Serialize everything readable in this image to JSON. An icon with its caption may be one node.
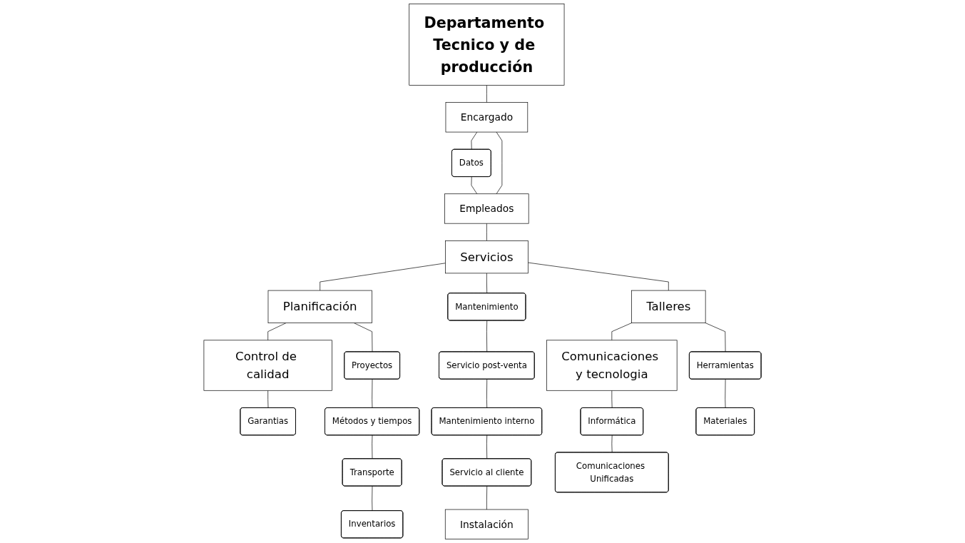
{
  "diagram": {
    "nodes": [
      {
        "text": [
          "Departamento Tecnico y de producción"
        ]
      },
      {
        "text": [
          "Encargado"
        ]
      },
      {
        "text": [
          "Datos"
        ]
      },
      {
        "text": [
          "Empleados"
        ]
      },
      {
        "text": [
          "Servicios"
        ]
      },
      {
        "text": [
          "Control de calidad"
        ]
      },
      {
        "text": [
          "Garantias"
        ]
      },
      {
        "text": [
          "Planificación"
        ]
      },
      {
        "text": [
          "Proyectos"
        ]
      },
      {
        "text": [
          "Métodos y tiempos"
        ]
      },
      {
        "text": [
          "Transporte"
        ]
      },
      {
        "text": [
          "Inventarios"
        ]
      },
      {
        "text": [
          "Mantenimiento"
        ]
      },
      {
        "text": [
          "Servicio post-venta"
        ]
      },
      {
        "text": [
          "Mantenimiento interno"
        ]
      },
      {
        "text": [
          "Servicio al cliente"
        ]
      },
      {
        "text": [
          "Instalación"
        ]
      },
      {
        "text": [
          "Comunicaciones y tecnologia"
        ]
      },
      {
        "text": [
          "Informática"
        ]
      },
      {
        "text": [
          "Comunicaciones Unificadas"
        ]
      },
      {
        "text": [
          "Talleres"
        ]
      },
      {
        "text": [
          "Herramientas"
        ]
      },
      {
        "text": [
          "Materiales"
        ]
      }
    ],
    "edges": [
      {
        "from": 0,
        "to": 1,
        "arrow": "none"
      },
      {
        "from": 1,
        "to": 2,
        "arrow": "none"
      },
      {
        "from": 2,
        "to": 3,
        "arrow": "none"
      },
      {
        "from": 1,
        "to": 3,
        "arrow": "none"
      },
      {
        "from": 3,
        "to": 4,
        "arrow": "none"
      },
      {
        "from": 4,
        "to": 7,
        "arrow": "none"
      },
      {
        "from": 7,
        "to": 5,
        "arrow": "none"
      },
      {
        "from": 5,
        "to": 6,
        "arrow": "none"
      },
      {
        "from": 7,
        "to": 8,
        "arrow": "none"
      },
      {
        "from": 8,
        "to": 9,
        "arrow": "none"
      },
      {
        "from": 9,
        "to": 10,
        "arrow": "none"
      },
      {
        "from": 10,
        "to": 11,
        "arrow": "none"
      },
      {
        "from": 4,
        "to": 12,
        "arrow": "none"
      },
      {
        "from": 12,
        "to": 13,
        "arrow": "none"
      },
      {
        "from": 13,
        "to": 14,
        "arrow": "none"
      },
      {
        "from": 14,
        "to": 15,
        "arrow": "none"
      },
      {
        "from": 15,
        "to": 16,
        "arrow": "none"
      },
      {
        "from": 4,
        "to": 20,
        "arrow": "none"
      },
      {
        "from": 20,
        "to": 17,
        "arrow": "none"
      },
      {
        "from": 17,
        "to": 18,
        "arrow": "none"
      },
      {
        "from": 18,
        "to": 19,
        "arrow": "none"
      },
      {
        "from": 20,
        "to": 21,
        "arrow": "none"
      },
      {
        "from": 21,
        "to": 22,
        "arrow": "none"
      }
    ]
  }
}
